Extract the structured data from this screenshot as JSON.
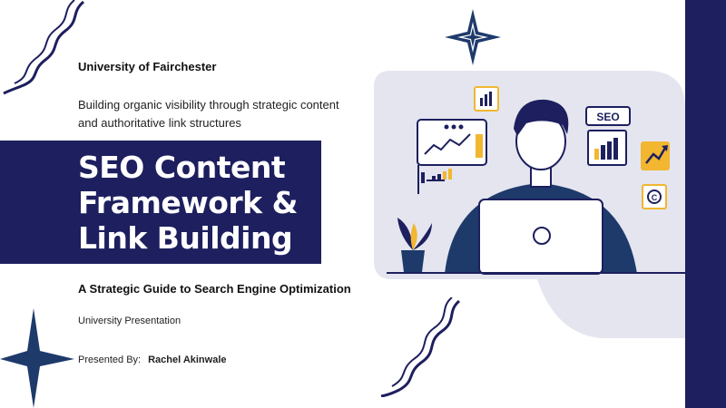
{
  "slide": {
    "institution": "University of Fairchester",
    "subtitle": "Building organic visibility through strategic content and authoritative link structures",
    "title_lines": [
      "SEO Content",
      "Framework &",
      "Link Building"
    ],
    "tagline": "A Strategic Guide to Search Engine Optimization",
    "presentation_type": "University Presentation",
    "presenter_label": "Presented By:",
    "presenter_name": "Rachel Akinwale"
  },
  "illustration": {
    "badge_text": "SEO",
    "icons": [
      "bar-chart-icon",
      "line-chart-icon",
      "speech-bubble-chart-icon",
      "trend-up-icon",
      "copyright-icon",
      "laptop-icon",
      "plant-icon"
    ]
  },
  "colors": {
    "navy": "#1d1f5e",
    "accent_yellow": "#f2b630",
    "light_panel": "#e4e5ef",
    "deep_blue": "#1e3a6b"
  }
}
